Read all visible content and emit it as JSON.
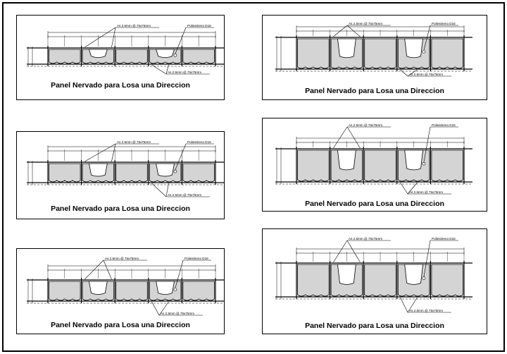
{
  "panels": [
    {
      "title": "Panel Nervado para Losa una Direccion",
      "label_top": "As 2.5mm @ 75x75mm",
      "label_right": "Poliestireno D16",
      "label_bottom": "As 2.5mm @ 75x75mm"
    },
    {
      "title": "Panel Nervado para Losa una Direccion",
      "label_top": "As 2.5mm @ 75x75mm",
      "label_right": "Poliestireno D16",
      "label_bottom": "As 2.5mm @ 75x75mm"
    },
    {
      "title": "Panel Nervado para Losa una Direccion",
      "label_top": "As 2.5mm @ 75x75mm",
      "label_right": "Poliestireno D16",
      "label_bottom": "As 2.5mm @ 75x75mm"
    },
    {
      "title": "Panel Nervado para Losa una Direccion",
      "label_top": "As 2.5mm @ 75x75mm",
      "label_right": "Poliestireno D16",
      "label_bottom": "As 2.5mm @ 75x75mm"
    },
    {
      "title": "Panel Nervado para Losa una Direccion",
      "label_top": "As 2.5mm @ 75x75mm",
      "label_right": "Poliestireno D16",
      "label_bottom": "As 2.5mm @ 75x75mm"
    },
    {
      "title": "Panel Nervado para Losa una Direccion",
      "label_top": "As 2.5mm @ 75x75mm",
      "label_right": "Poliestireno D16",
      "label_bottom": "As 2.5mm @ 75x75mm"
    }
  ]
}
